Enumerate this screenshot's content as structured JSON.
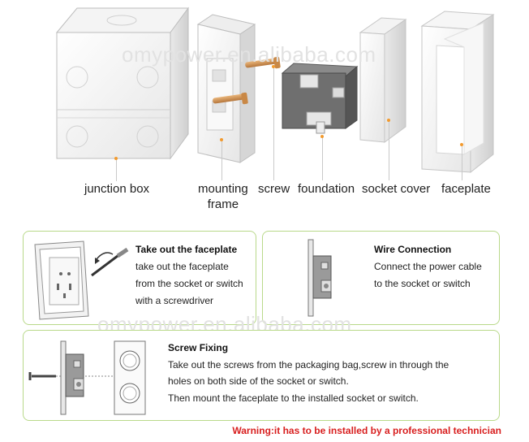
{
  "parts": [
    {
      "label": "junction box"
    },
    {
      "label": "mounting",
      "label2": "frame"
    },
    {
      "label": "screw"
    },
    {
      "label": "foundation"
    },
    {
      "label": "socket cover"
    },
    {
      "label": "faceplate"
    }
  ],
  "watermark": "omypower.en.alibaba.com",
  "panels": {
    "faceplate": {
      "title": "Take out the faceplate",
      "lines": [
        "take out the faceplate",
        "from the socket or switch",
        "with a screwdriver"
      ]
    },
    "wire": {
      "title": "Wire Connection",
      "lines": [
        "Connect the power cable",
        "to the socket or switch"
      ]
    },
    "screw": {
      "title": "Screw Fixing",
      "lines": [
        "Take out the screws from the packaging bag,screw in through the",
        "holes on both side of the socket or switch.",
        "Then mount the faceplate to the installed socket or switch."
      ]
    }
  },
  "warning": "Warning:it has to be installed by a professional technician",
  "colors": {
    "accent": "#f29a2e",
    "panel_border": "#b9d98a",
    "warning": "#d81e1e"
  }
}
